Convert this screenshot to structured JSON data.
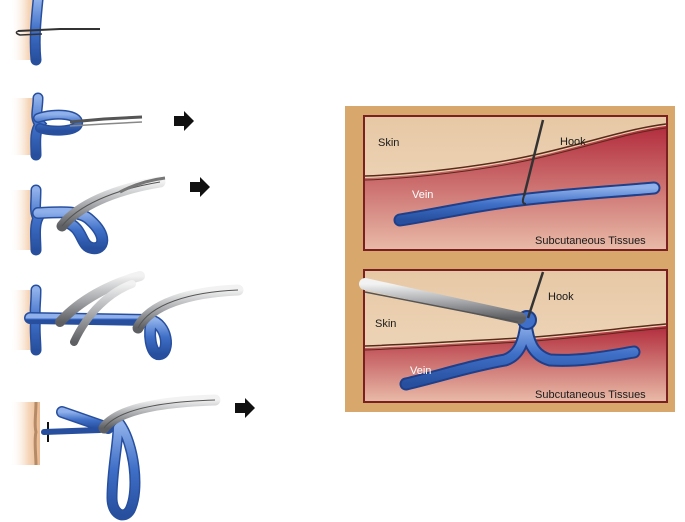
{
  "panel_top": {
    "skin_label": "Skin",
    "hook_label": "Hook",
    "vein_label": "Vein",
    "tissue_label": "Subcutaneous Tissues"
  },
  "panel_bottom": {
    "skin_label": "Skin",
    "hook_label": "Hook",
    "vein_label": "Vein",
    "tissue_label": "Subcutaneous Tissues"
  },
  "colors": {
    "vein": "#3f6fc7",
    "skin": "#efc9a6",
    "tissue": "#c2404d",
    "frame": "#d8a76c",
    "instrument": "#b9bbbe"
  },
  "arrow_icon": "right-arrow-icon",
  "steps": 5
}
